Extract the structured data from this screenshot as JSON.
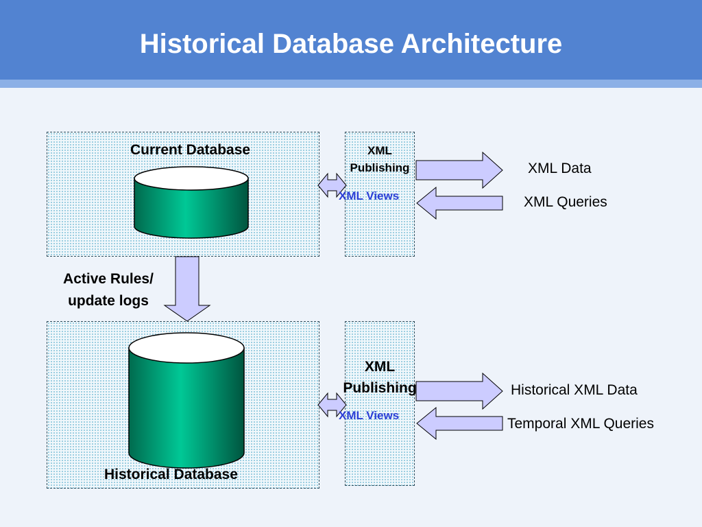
{
  "slide": {
    "title": "Historical Database Architecture"
  },
  "current": {
    "db_label": "Current Database",
    "publishing_label": "XML\nPublishing",
    "views_label": "XML Views",
    "output_label": "XML Data",
    "input_label": "XML Queries"
  },
  "transfer": {
    "label": "Active Rules/\nupdate logs"
  },
  "historical": {
    "db_label": "Historical Database",
    "publishing_label": "XML\nPublishing",
    "views_label": "XML Views",
    "output_label": "Historical XML Data",
    "input_label": "Temporal XML Queries"
  },
  "colors": {
    "header_bg": "#5283d1",
    "header_stripe": "#8cb0e6",
    "cylinder": "#00c896",
    "arrow_fill": "#ccccff"
  }
}
